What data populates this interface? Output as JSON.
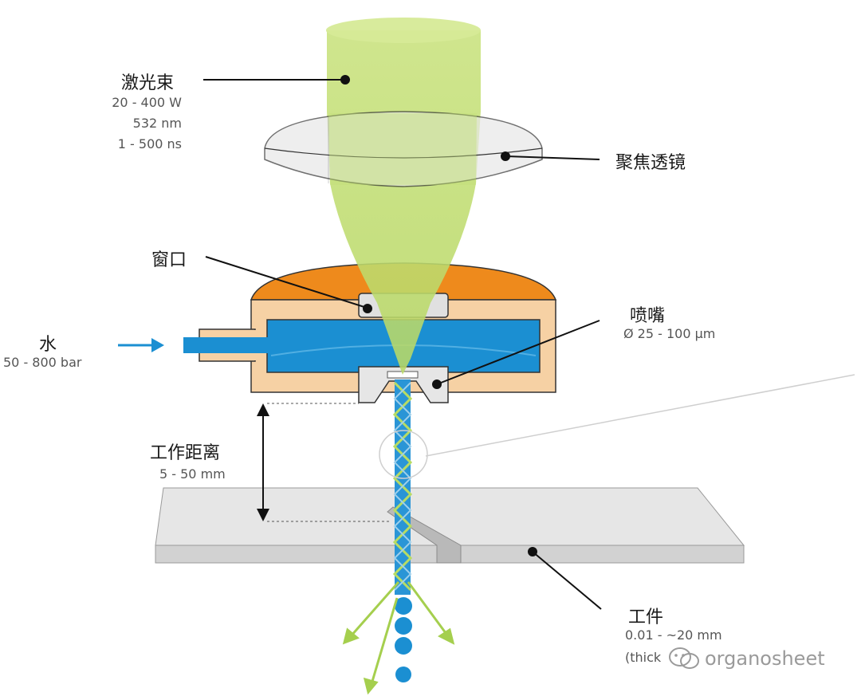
{
  "labels": {
    "laser": {
      "title": "激光束",
      "specs": [
        "20 - 400 W",
        "532 nm",
        "1 - 500 ns"
      ]
    },
    "lens": {
      "title": "聚焦透镜"
    },
    "window": {
      "title": "窗口"
    },
    "nozzle": {
      "title": "喷嘴",
      "spec": "Ø 25 - 100 µm"
    },
    "water": {
      "title": "水",
      "spec": "50 - 800 bar"
    },
    "working_distance": {
      "title": "工作距离",
      "spec": "5 - 50 mm"
    },
    "workpiece": {
      "title": "工件",
      "specs": [
        "0.01 - ~20 mm",
        "(thick"
      ]
    }
  },
  "watermark": "organosheet",
  "colors": {
    "laser_green": "#c8e27a",
    "laser_green_dark": "#a9cf52",
    "water_blue": "#1b8fd2",
    "nozzle_body": "#f6d1a4",
    "nozzle_top": "#ee8a1c",
    "plate": "#e3e3e3",
    "lens": "#e8e8e8"
  }
}
